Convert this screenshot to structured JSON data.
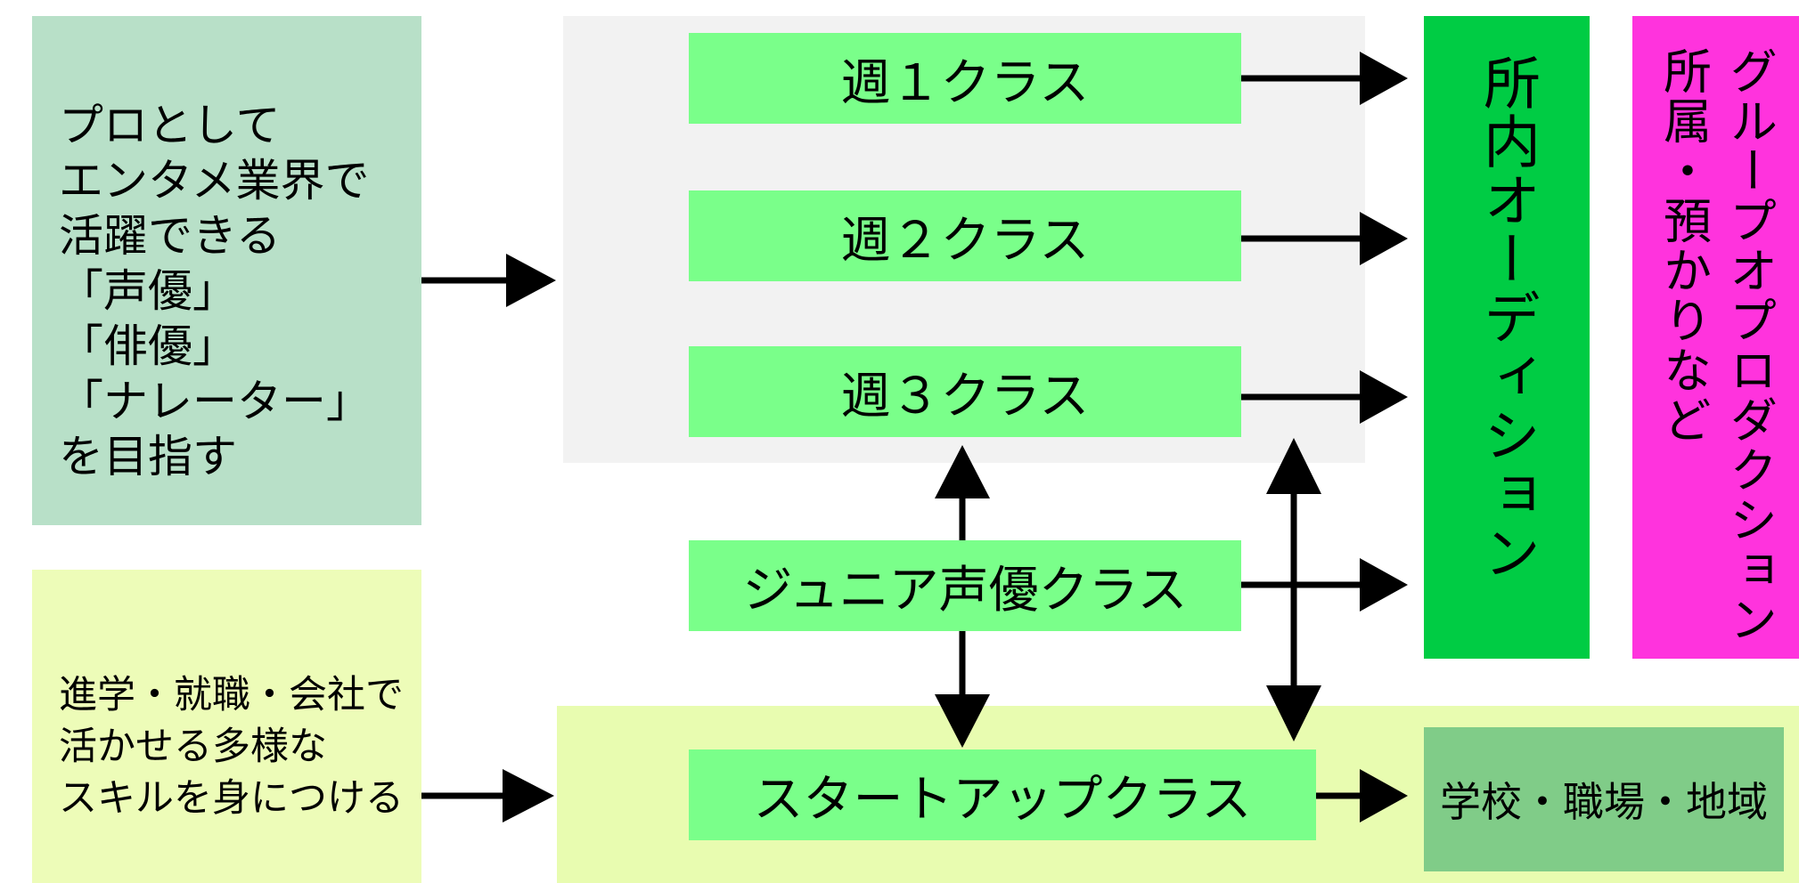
{
  "goals": {
    "pro": "プロとして\nエンタメ業界で\n活躍できる\n「声優」\n「俳優」\n「ナレーター」\nを目指す",
    "skill": "進学・就職・会社で\n活かせる多様な\nスキルを身につける"
  },
  "classes": {
    "week1": "週１クラス",
    "week2": "週２クラス",
    "week3": "週３クラス",
    "junior": "ジュニア声優クラス",
    "startup": "スタートアップクラス"
  },
  "destinations": {
    "audition": "所内オーディション",
    "group": "グループオプロダクション\n所属・預かりなど",
    "local": "学校・職場・地域"
  },
  "colors": {
    "goal_pro_bg": "#b8e0c8",
    "goal_skill_bg": "#edfcb8",
    "class_bg": "#7aff8a",
    "panel_gray": "#f2f2f2",
    "panel_yellow": "#e8fcb0",
    "audition_bg": "#00cc44",
    "group_bg": "#ff33dd",
    "local_bg": "#80cc88"
  }
}
